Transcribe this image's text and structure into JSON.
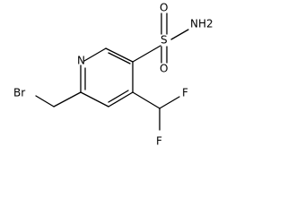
{
  "molecule": {
    "atoms": {
      "N": "N",
      "S": "S",
      "O_top": "O",
      "O_bottom": "O",
      "NH2": "NH2",
      "Br": "Br",
      "F_top": "F",
      "F_bottom": "F"
    }
  }
}
